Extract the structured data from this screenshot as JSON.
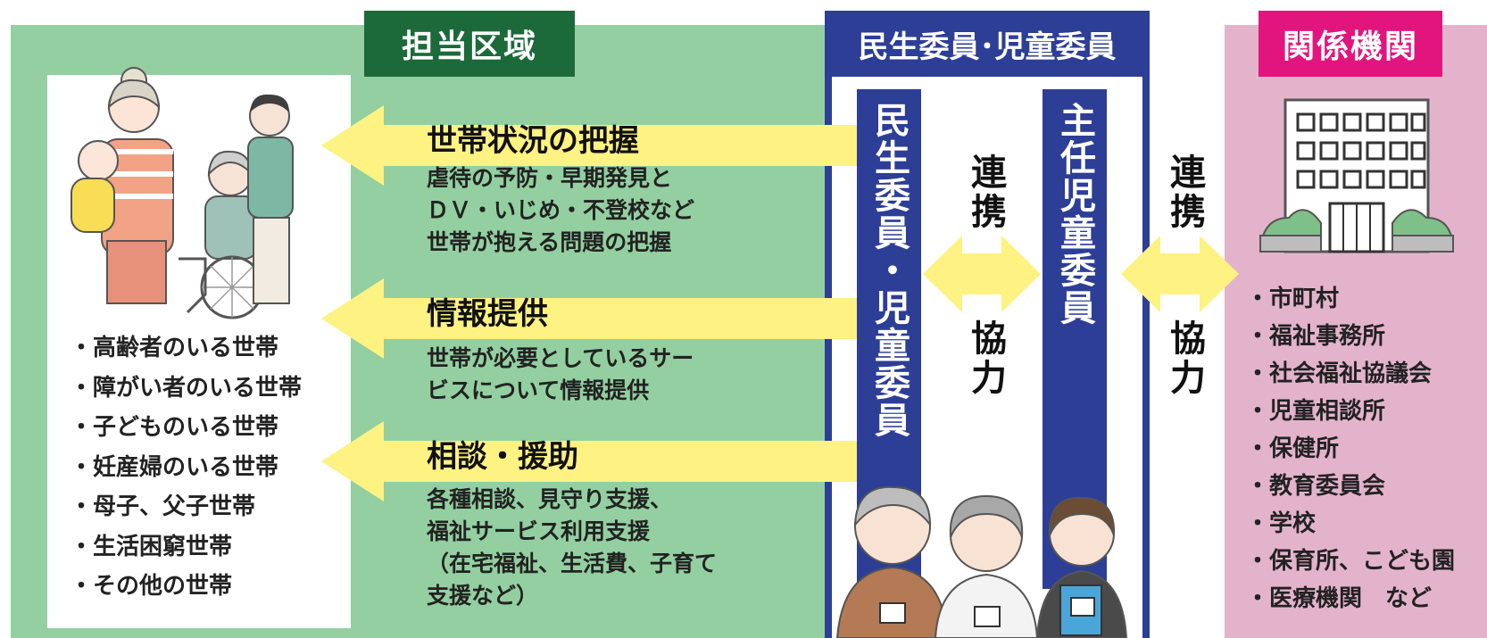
{
  "titles": {
    "area": "担当区域",
    "members": "民生委員･児童委員",
    "agencies": "関係機関"
  },
  "households": [
    "・高齢者のいる世帯",
    "・障がい者のいる世帯",
    "・子どものいる世帯",
    "・妊産婦のいる世帯",
    "・母子、父子世帯",
    "・生活困窮世帯",
    "・その他の世帯"
  ],
  "activities": [
    {
      "title": "世帯状況の把握",
      "desc": "虐待の予防・早期発見と\nＤＶ・いじめ・不登校など\n世帯が抱える問題の把握"
    },
    {
      "title": "情報提供",
      "desc": "世帯が必要としているサー\nビスについて情報提供"
    },
    {
      "title": "相談・援助",
      "desc": "各種相談、見守り支援、\n福祉サービス利用支援\n（在宅福祉、生活費、子育て\n支援など）"
    }
  ],
  "columns": {
    "left": "民生委員・児童委員",
    "right": "主任児童委員"
  },
  "cooperation": {
    "inner_top": "連携",
    "inner_bottom": "協力",
    "outer_top": "連携",
    "outer_bottom": "協力"
  },
  "agencies": [
    "・市町村",
    "・福祉事務所",
    "・社会福祉協議会",
    "・児童相談所",
    "・保健所",
    "・教育委員会",
    "・学校",
    "・保育所、こども園",
    "・医療機関　など"
  ],
  "colors": {
    "area_green": "#93cfa0",
    "area_title_green": "#1c6a3a",
    "member_blue": "#2c3e96",
    "agency_pink": "#e3b3cc",
    "agency_title_pink": "#e2157f",
    "arrow_yellow": "#fdf282"
  },
  "icons": [
    "family-illustration-icon",
    "building-icon",
    "members-illustration-icon"
  ]
}
